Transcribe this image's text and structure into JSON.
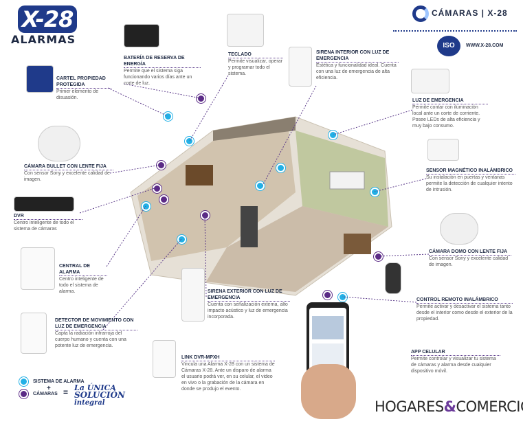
{
  "brand": {
    "logo_main": "X-28",
    "logo_sub": "ALARMAS",
    "camaras_logo": "CÁMARAS | X-28",
    "iso": "ISO",
    "website": "WWW.X-28.COM"
  },
  "features": {
    "bateria": {
      "title": "BATERÍA DE RESERVA DE ENERGÍA",
      "desc": "Permite que el sistema siga funcionando varios días ante un corte de luz."
    },
    "teclado": {
      "title": "TECLADO",
      "desc": "Permite visualizar, operar y programar todo el sistema."
    },
    "sirena_interior": {
      "title": "SIRENA INTERIOR CON LUZ DE EMERGENCIA",
      "desc": "Estética y funcionalidad ideal. Cuenta con una luz de emergencia de alta eficiencia."
    },
    "cartel": {
      "title": "CARTEL PROPIEDAD PROTEGIDA",
      "desc": "Primer elemento de disuasión."
    },
    "luz_emergencia": {
      "title": "LUZ DE EMERGENCIA",
      "desc": "Permite contar con iluminación local ante un corte de corriente. Posee LEDs de alta eficiencia y muy bajo consumo."
    },
    "camara_bullet": {
      "title": "CÁMARA BULLET CON LENTE FIJA",
      "desc": "Con sensor Sony y excelente calidad de imagen."
    },
    "sensor_magnetico": {
      "title": "SENSOR MAGNÉTICO INALÁMBRICO",
      "desc": "Su instalación en puertas y ventanas permite la detección de cualquier intento de intrusión."
    },
    "dvr": {
      "title": "DVR",
      "desc": "Centro inteligente de todo el sistema de cámaras"
    },
    "camara_domo": {
      "title": "CÁMARA DOMO CON LENTE FIJA",
      "desc": "Con sensor Sony y excelente calidad de imagen."
    },
    "central": {
      "title": "CENTRAL DE ALARMA",
      "desc": "Centro inteligente de todo el sistema de alarma."
    },
    "sirena_exterior": {
      "title": "SIRENA EXTERIOR CON LUZ DE EMERGENCIA",
      "desc": "Cuenta con señalización externa, alto impacto acústico y luz de emergencia incorporada."
    },
    "control_remoto": {
      "title": "CONTROL REMOTO INALÁMBRICO",
      "desc": "Permite activar y desactivar el sistema tanto desde el interior como desde el exterior de la propiedad."
    },
    "detector": {
      "title": "DETECTOR DE MOVIMIENTO CON LUZ DE EMERGENCIA",
      "desc": "Capta la radiación infrarroja del cuerpo humano y cuenta con una potente luz de emergencia."
    },
    "link_dvr": {
      "title": "LINK DVR-MPXH",
      "desc": "Vincula una Alarma X-28 con un sistema de Cámaras X-28. Ante un disparo de alarma el usuario podrá ver, en su celular, el video en vivo o la grabación de la cámara en donde se produjo el evento."
    },
    "app": {
      "title": "APP CELULAR",
      "desc": "Permite controlar y visualizar tu sistema de cámaras y alarma desde cualquier dispositivo móvil."
    }
  },
  "legend": {
    "sistema_alarma": "SISTEMA DE ALARMA",
    "plus": "+",
    "camaras": "CÁMARAS",
    "equals": "=",
    "slogan_1": "La ÚNICA",
    "slogan_2": "SOLUCIÓN",
    "slogan_3": "integral"
  },
  "footer": {
    "hogares": "HOGARES",
    "amp": "&",
    "comercios": "COMERCIOS"
  },
  "colors": {
    "alarm_dot": "#22b0e6",
    "camera_dot": "#5b2a86",
    "brand_blue": "#1f3a8a"
  }
}
